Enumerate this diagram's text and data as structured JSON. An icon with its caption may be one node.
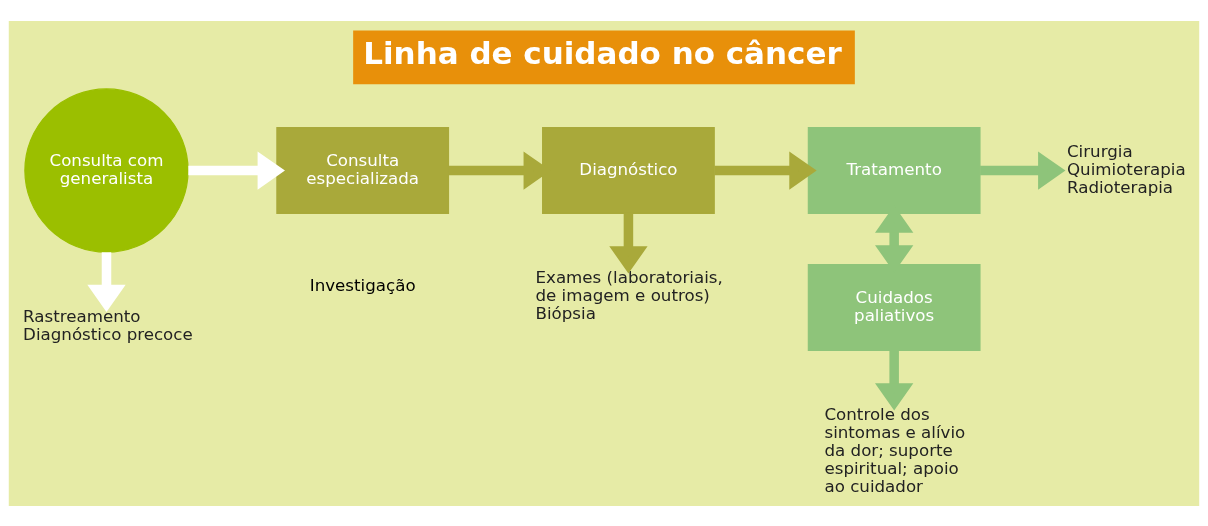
{
  "diagram": {
    "title": "Linha de cuidado no câncer",
    "nodes": [
      {
        "text": [
          "Consulta com generalista"
        ]
      },
      {
        "text": [
          "Consulta especializada"
        ],
        "beside": [
          "Investigação"
        ]
      },
      {
        "text": [
          "Diagnóstico"
        ]
      },
      {
        "text": [
          "Tratamento"
        ]
      },
      {
        "text": [
          "Cuidados paliativos"
        ]
      },
      {
        "text": [
          "Rastreamento",
          "Diagnóstico precoce"
        ]
      },
      {
        "text": [
          "Exames (laboratoriais, de imagem e outros)",
          "Biópsia"
        ]
      },
      {
        "text": [
          "Cirurgia",
          "Quimioterapia",
          "Radioterapia"
        ]
      },
      {
        "text": [
          "Controle dos sintomas e alívio da dor; suporte espiritual; apoio ao cuidador"
        ]
      }
    ],
    "edges": [
      {
        "from": 0,
        "to": 1,
        "arrow": "to",
        "color": "#ffffff"
      },
      {
        "from": 1,
        "to": 2,
        "arrow": "to"
      },
      {
        "from": 2,
        "to": 3,
        "arrow": "to"
      },
      {
        "from": 3,
        "to": 4,
        "arrow": "both",
        "color": "#8ec47a"
      },
      {
        "from": 0,
        "to": 5,
        "arrow": "to",
        "color": "#ffffff"
      },
      {
        "from": 2,
        "to": 6,
        "arrow": "to"
      },
      {
        "from": 3,
        "to": 7,
        "arrow": "to",
        "color": "#8ec47a"
      },
      {
        "from": 4,
        "to": 8,
        "arrow": "to",
        "color": "#8ec47a"
      }
    ]
  }
}
